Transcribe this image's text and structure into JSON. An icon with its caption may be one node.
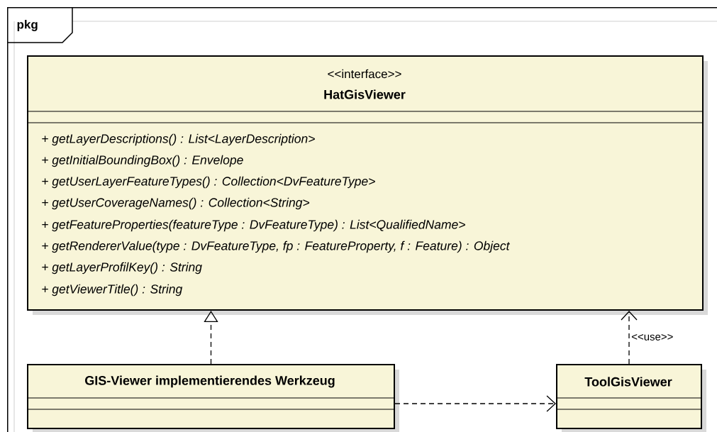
{
  "diagram": {
    "nodes": [
      {
        "text": [
          "pkg"
        ]
      },
      {
        "text": [
          "<<interface>>",
          "HatGisViewer",
          "+ getLayerDescriptions() : List<LayerDescription>",
          "+ getInitialBoundingBox() : Envelope",
          "+ getUserLayerFeatureTypes() : Collection<DvFeatureType>",
          "+ getUserCoverageNames() : Collection<String>",
          "+ getFeatureProperties(featureType : DvFeatureType) : List<QualifiedName>",
          "+ getRendererValue(type : DvFeatureType, fp : FeatureProperty, f : Feature) : Object",
          "+ getLayerProfilKey() : String",
          "+ getViewerTitle() : String"
        ],
        "in": 0
      },
      {
        "text": [
          "GIS-Viewer implementierendes Werkzeug"
        ],
        "in": 0
      },
      {
        "text": [
          "ToolGisViewer"
        ],
        "in": 0
      }
    ],
    "edges": [
      {
        "from": 2,
        "to": 1,
        "arrow": "to",
        "style": "dashed"
      },
      {
        "from": 3,
        "to": 1,
        "arrow": "to",
        "style": "dashed",
        "label": "<<use>>"
      },
      {
        "from": 2,
        "to": 3,
        "arrow": "to",
        "style": "dashed"
      }
    ]
  }
}
